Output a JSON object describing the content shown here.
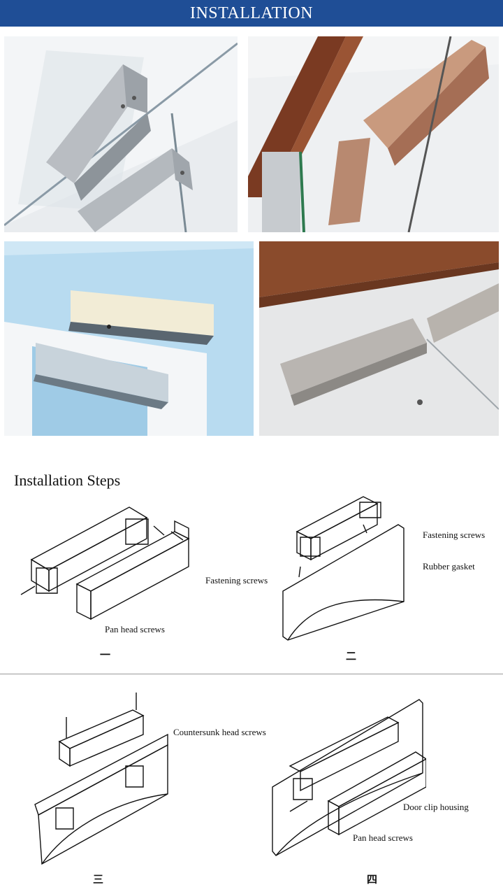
{
  "header": {
    "title": "INSTALLATION"
  },
  "photos": [
    {
      "alt": "mounting-bracket-photo-1"
    },
    {
      "alt": "mounting-bracket-photo-2"
    },
    {
      "alt": "mounting-bracket-render"
    },
    {
      "alt": "mounting-bracket-photo-4"
    }
  ],
  "steps_section": {
    "title": "Installation Steps",
    "steps": [
      {
        "number": "一",
        "labels": [
          "Fastening screws",
          "Pan head screws"
        ]
      },
      {
        "number": "二",
        "labels": [
          "Fastening screws",
          "Rubber gasket"
        ]
      },
      {
        "number": "三",
        "labels": [
          "Countersunk head screws"
        ]
      },
      {
        "number": "四",
        "labels": [
          "Door clip housing",
          "Pan head screws"
        ]
      }
    ]
  },
  "colors": {
    "banner": "#1f4e96",
    "banner_text": "#ffffff"
  }
}
